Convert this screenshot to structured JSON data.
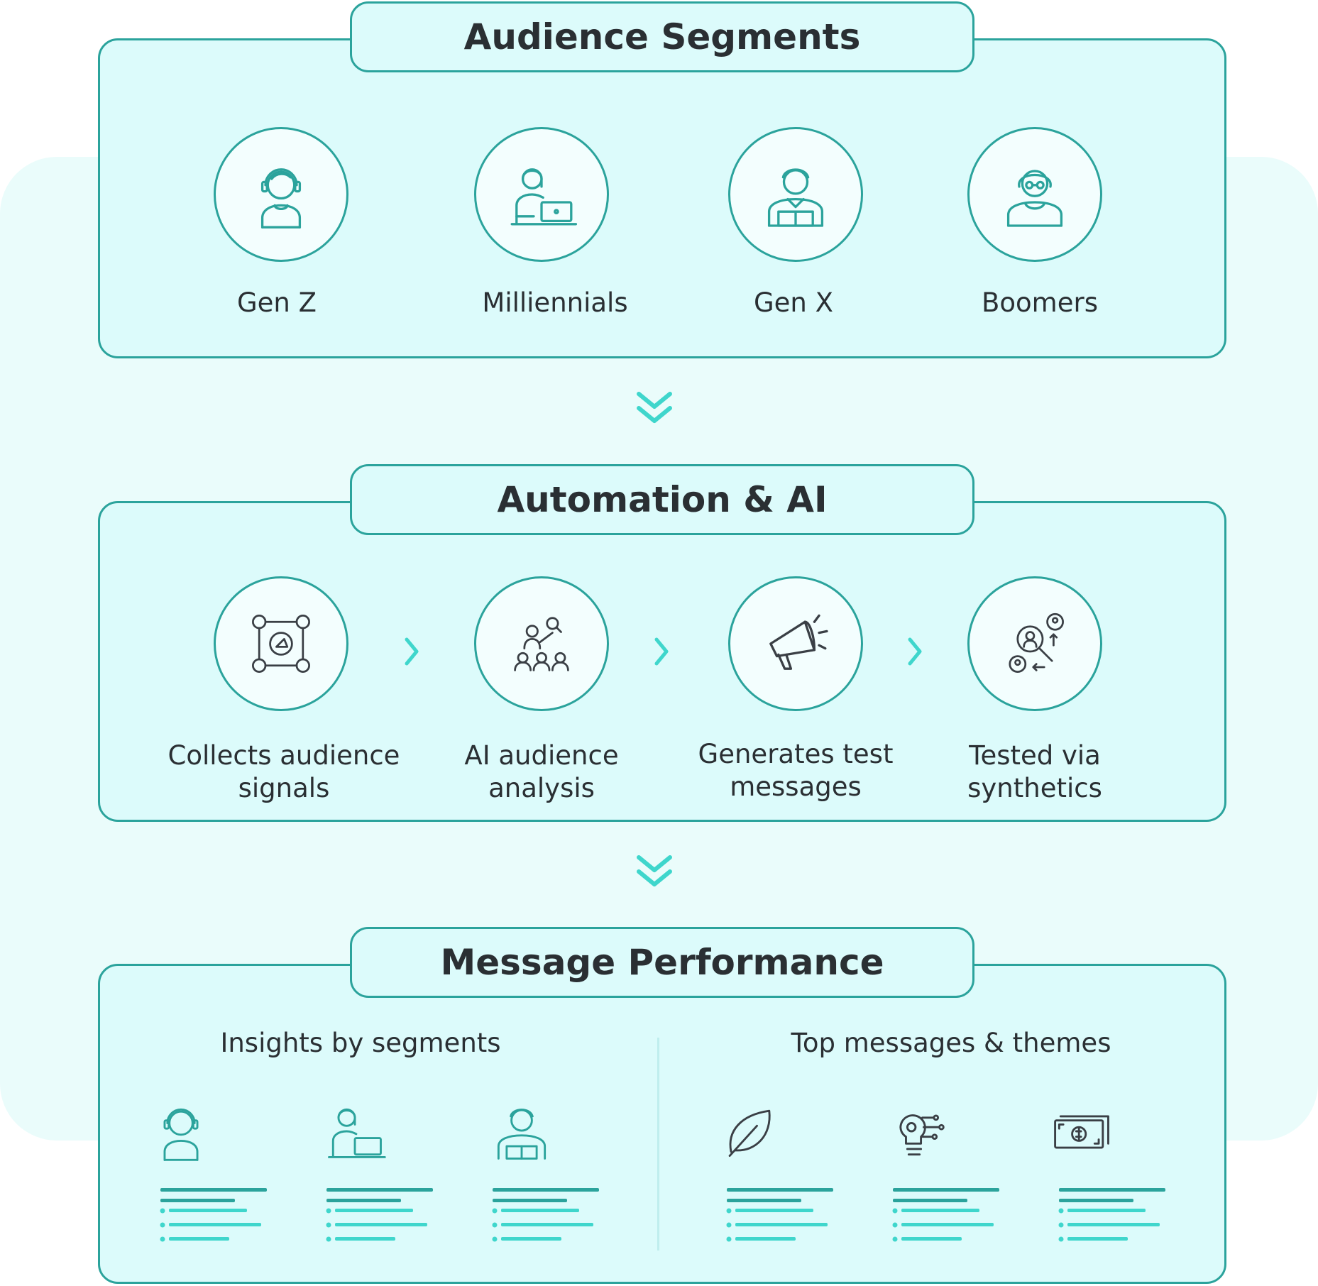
{
  "sections": {
    "segments": {
      "title": "Audience Segments",
      "items": [
        {
          "label": "Gen Z",
          "icon": "gen-z-person-headphones-icon"
        },
        {
          "label": "Milliennials",
          "icon": "millennial-person-laptop-icon"
        },
        {
          "label": "Gen X",
          "icon": "gen-x-person-book-icon"
        },
        {
          "label": "Boomers",
          "icon": "boomer-person-glasses-icon"
        }
      ]
    },
    "automation": {
      "title": "Automation & AI",
      "steps": [
        {
          "line1": "Collects audience",
          "line2": "signals",
          "icon": "audience-network-megaphone-icon"
        },
        {
          "line1": "AI audience",
          "line2": "analysis",
          "icon": "audience-analysis-icon"
        },
        {
          "line1": "Generates test",
          "line2": "messages",
          "icon": "megaphone-icon"
        },
        {
          "line1": "Tested via",
          "line2": "synthetics",
          "icon": "synthetic-users-search-icon"
        }
      ]
    },
    "performance": {
      "title": "Message Performance",
      "left_heading": "Insights by segments",
      "right_heading": "Top messages & themes",
      "left_icons": [
        "gen-z-person-headphones-icon",
        "millennial-person-laptop-icon",
        "gen-x-person-book-icon"
      ],
      "right_icons": [
        "leaf-icon",
        "lightbulb-gear-icon",
        "money-bill-icon"
      ]
    }
  },
  "colors": {
    "accent": "#2ba39c",
    "panel_bg": "#dcfbfb",
    "arrow": "#3fd6cc",
    "text": "#2a2f33",
    "bar_dark": "#2ba39c",
    "bar_light": "#3fd6cc"
  }
}
